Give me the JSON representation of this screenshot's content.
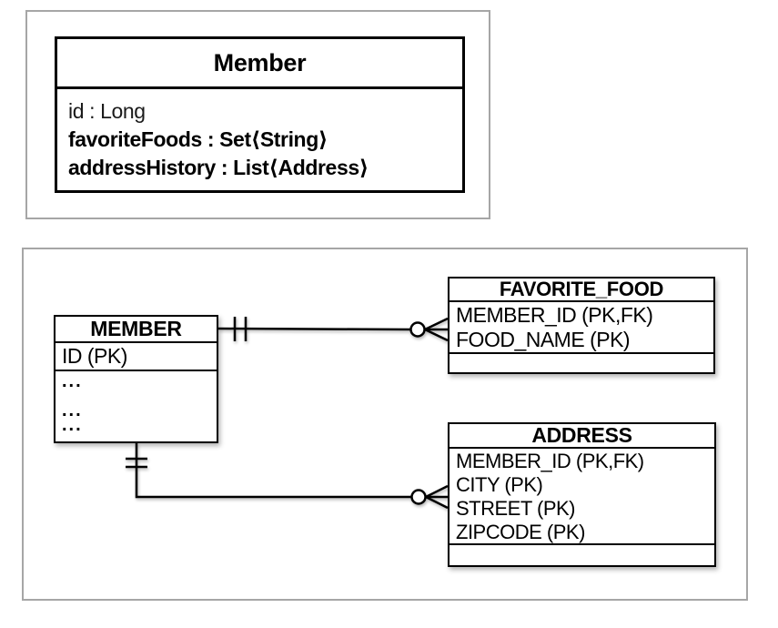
{
  "figure": {
    "uml": {
      "title": "Member",
      "attributes": [
        {
          "label": "id : Long",
          "emphasis": "regular"
        },
        {
          "label": "favoriteFoods : Set⟨String⟩",
          "emphasis": "bold"
        },
        {
          "label": "addressHistory : List⟨Address⟩",
          "emphasis": "bold"
        }
      ]
    },
    "erd": {
      "tables": [
        {
          "name": "MEMBER",
          "rows": [
            "ID (PK)"
          ],
          "placeholder_rows": [
            "...",
            "...",
            "..."
          ]
        },
        {
          "name": "FAVORITE_FOOD",
          "rows": [
            "MEMBER_ID (PK,FK)",
            "FOOD_NAME (PK)"
          ]
        },
        {
          "name": "ADDRESS",
          "rows": [
            "MEMBER_ID (PK,FK)",
            "CITY (PK)",
            "STREET (PK)",
            "ZIPCODE (PK)"
          ]
        }
      ],
      "relationships": [
        {
          "from": "MEMBER",
          "to": "FAVORITE_FOOD",
          "from_cardinality": "exactly-one (||)",
          "to_cardinality": "zero-or-many (o<)"
        },
        {
          "from": "MEMBER",
          "to": "ADDRESS",
          "from_cardinality": "exactly-one (||)",
          "to_cardinality": "zero-or-many (o<)"
        }
      ]
    },
    "colors": {
      "line": "#000000",
      "panel_border": "#a6a6a6",
      "background": "#ffffff",
      "text": "#000000"
    }
  }
}
